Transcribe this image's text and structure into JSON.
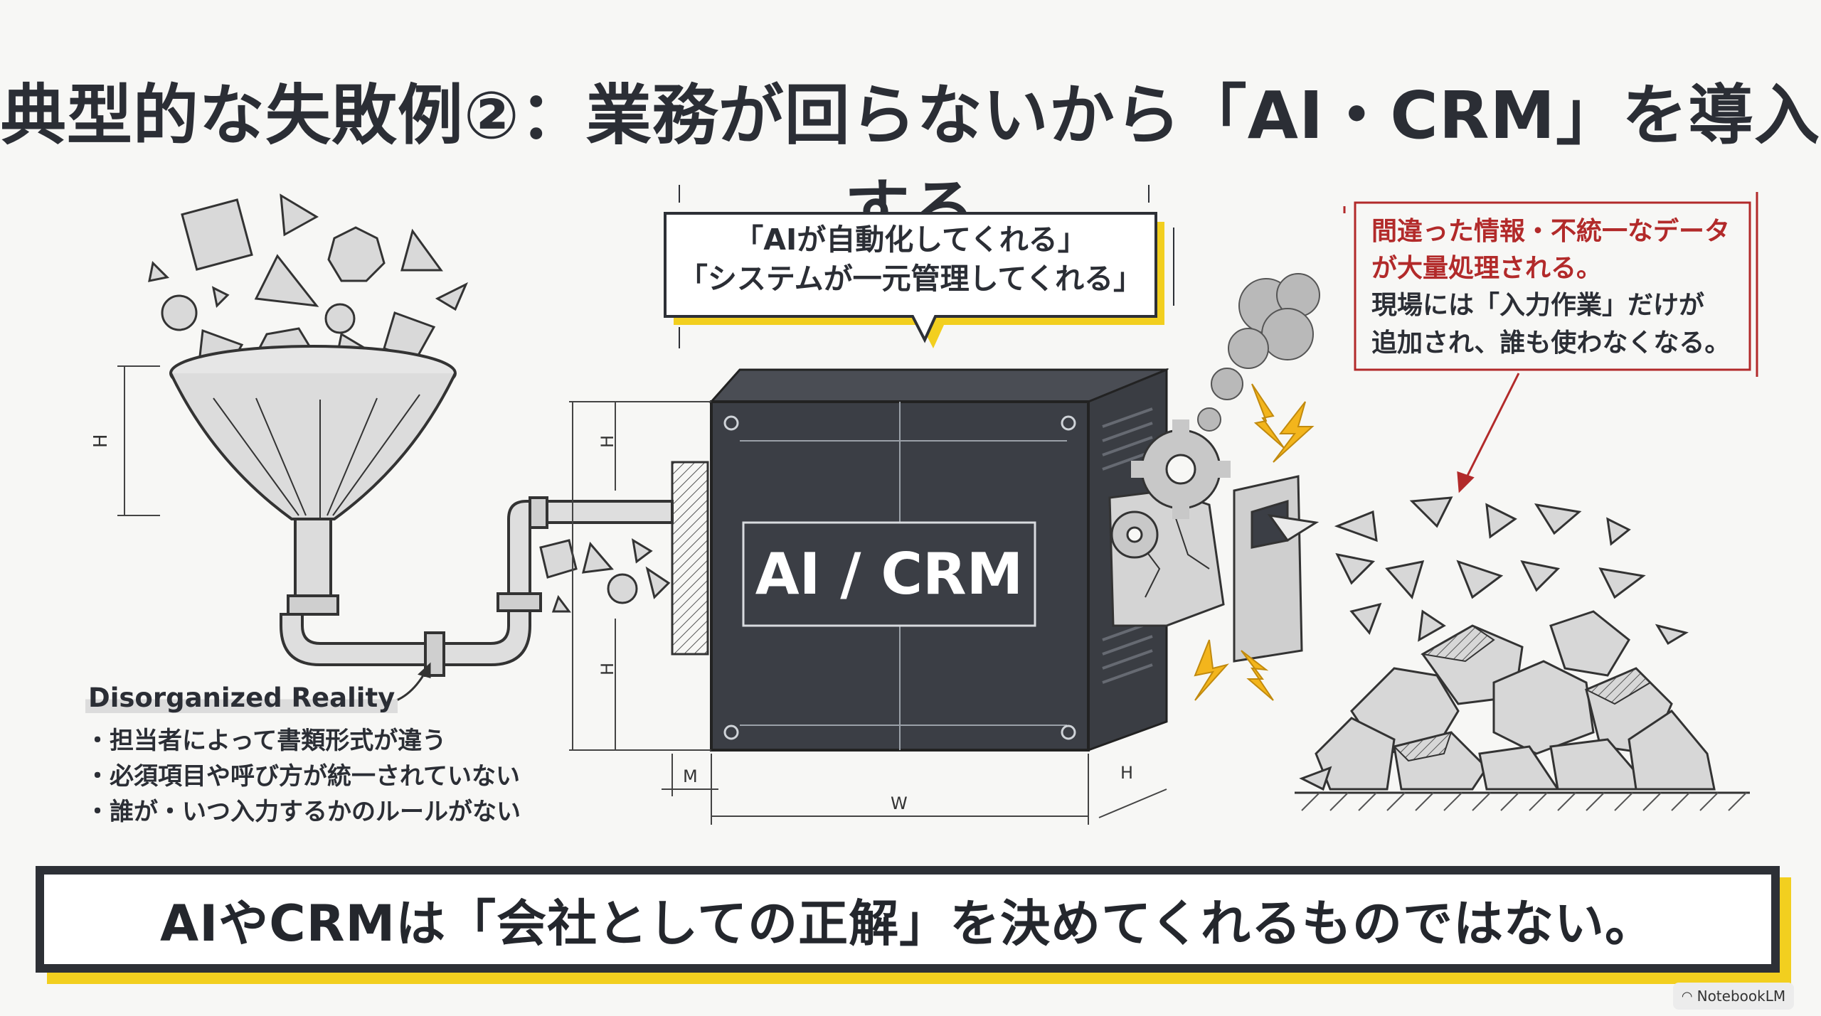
{
  "title": "典型的な失敗例②：業務が回らないから「AI・CRM」を導入する",
  "bubble": {
    "line1": "「AIが自動化してくれる」",
    "line2": "「システムが一元管理してくれる」"
  },
  "machine": {
    "label": "AI / CRM"
  },
  "warning": {
    "line1": "間違った情報・不統一なデータ",
    "line2": "が大量処理される。",
    "line3": "現場には「入力作業」だけが",
    "line4": "追加され、誰も使わなくなる。"
  },
  "reality": {
    "title": "Disorganized Reality",
    "items": [
      "担当者によって書類形式が違う",
      "必須項目や呼び方が統一されていない",
      "誰が・いつ入力するかのルールがない"
    ]
  },
  "dimensions": {
    "h": "H",
    "m": "M",
    "w": "W"
  },
  "conclusion": "AIやCRMは「会社としての正解」を決めてくれるものではない。",
  "badge": {
    "label": "NotebookLM",
    "icon": "notebook-icon"
  },
  "colors": {
    "accent": "#f2cf1f",
    "dark": "#2d3036",
    "warning_red": "#b22a2a",
    "spark": "#f3b51c"
  }
}
